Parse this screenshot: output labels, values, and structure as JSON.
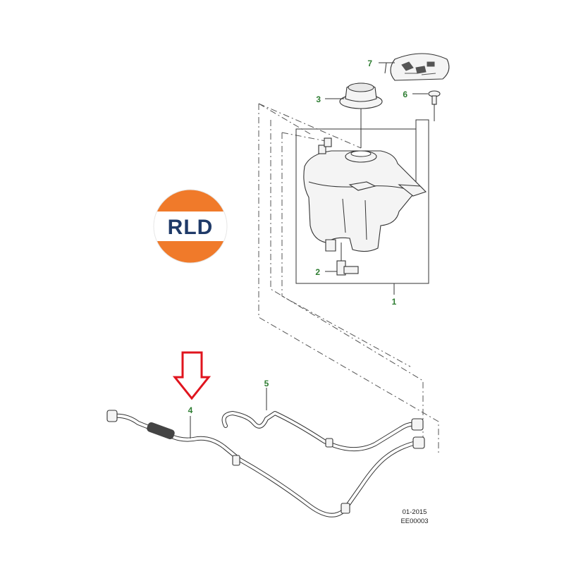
{
  "logo": {
    "text": "RLD",
    "colors": {
      "orange": "#f07a2a",
      "white": "#ffffff",
      "navy": "#1f3a68"
    }
  },
  "callouts": [
    {
      "id": "1",
      "label": "1"
    },
    {
      "id": "2",
      "label": "2"
    },
    {
      "id": "3",
      "label": "3"
    },
    {
      "id": "4",
      "label": "4"
    },
    {
      "id": "5",
      "label": "5"
    },
    {
      "id": "6",
      "label": "6"
    },
    {
      "id": "7",
      "label": "7"
    }
  ],
  "reference": {
    "date": "01-2015",
    "code": "EE00003"
  },
  "highlight": {
    "target_callout": "4",
    "color": "#e0141e"
  },
  "colors": {
    "callout_text": "#2e7d32",
    "line_art": "#333333"
  }
}
